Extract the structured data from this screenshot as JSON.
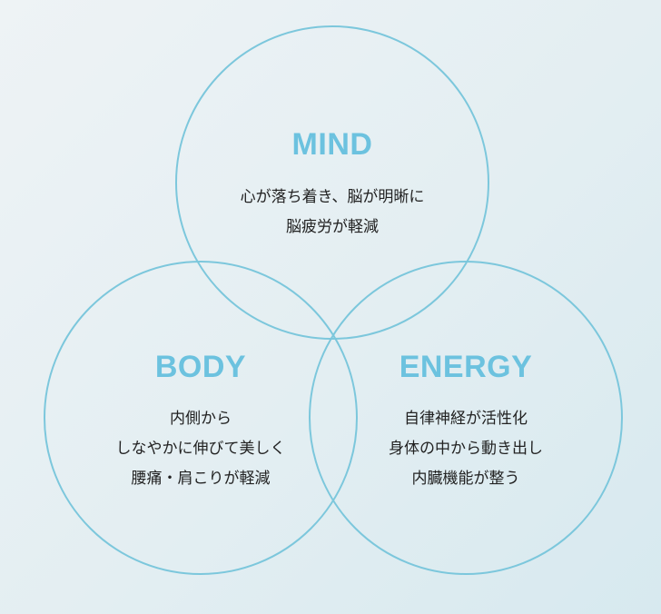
{
  "colors": {
    "circle_stroke": "#7cc7dc",
    "title_color": "#6cc2df",
    "text_color": "#222222"
  },
  "circles": {
    "mind": {
      "title": "MIND",
      "lines": [
        "心が落ち着き、脳が明晰に",
        "脳疲労が軽減"
      ]
    },
    "body": {
      "title": "BODY",
      "lines": [
        "内側から",
        "しなやかに伸びて美しく",
        "腰痛・肩こりが軽減"
      ]
    },
    "energy": {
      "title": "ENERGY",
      "lines": [
        "自律神経が活性化",
        "身体の中から動き出し",
        "内臓機能が整う"
      ]
    }
  }
}
